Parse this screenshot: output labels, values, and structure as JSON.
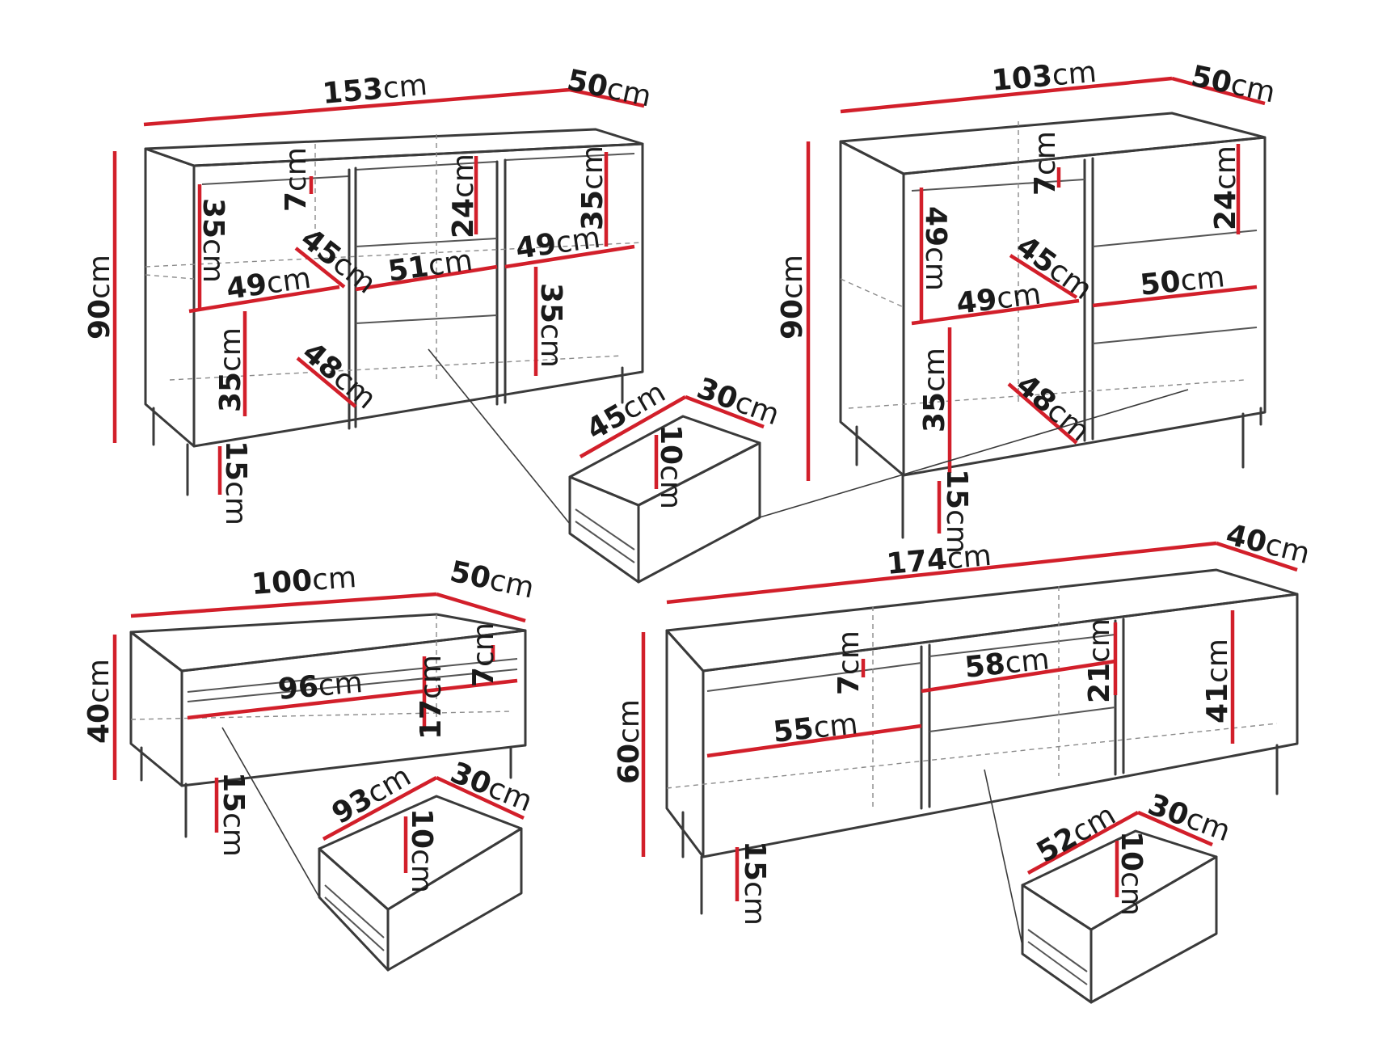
{
  "colors": {
    "dimension": "#d21f2a",
    "outline": "#3a3a3a",
    "hidden": "#8a8a8a"
  },
  "unit": "cm",
  "sideboard_large": {
    "width": "153",
    "depth": "50",
    "height": "90",
    "leg": "15",
    "inner": [
      "7",
      "35",
      "24",
      "35",
      "45",
      "49",
      "51",
      "49",
      "35",
      "35",
      "48"
    ],
    "drawer": {
      "width": "45",
      "depth": "30",
      "height": "10"
    }
  },
  "sideboard_small": {
    "width": "103",
    "depth": "50",
    "height": "90",
    "leg": "15",
    "inner": [
      "7",
      "49",
      "24",
      "45",
      "49",
      "50",
      "35",
      "48"
    ],
    "drawer": {
      "width": "45",
      "depth": "30",
      "height": "10"
    }
  },
  "coffee_table": {
    "width": "100",
    "depth": "50",
    "height": "40",
    "leg": "15",
    "inner": [
      "96",
      "17",
      "7"
    ],
    "drawer": {
      "width": "93",
      "depth": "30",
      "height": "10"
    }
  },
  "tv_unit": {
    "width": "174",
    "depth": "40",
    "height": "60",
    "leg": "15",
    "inner": [
      "7",
      "58",
      "21",
      "55",
      "41"
    ],
    "drawer": {
      "width": "52",
      "depth": "30",
      "height": "10"
    }
  }
}
